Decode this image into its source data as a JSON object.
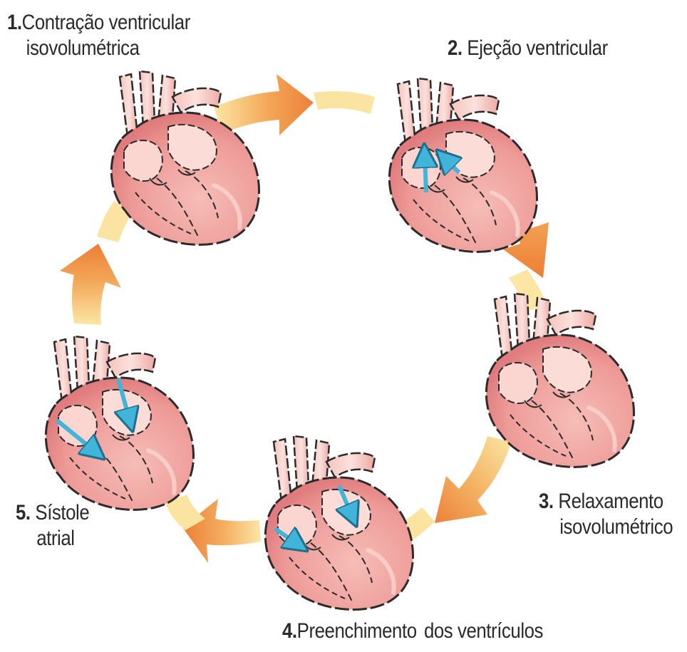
{
  "stages": [
    {
      "number": "1.",
      "line1": "Contração ventricular",
      "line2": "isovolumétrica"
    },
    {
      "number": "2.",
      "line1": "Ejeção ventricular"
    },
    {
      "number": "3.",
      "line1": "Relaxamento",
      "line2": "isovolumétrico"
    },
    {
      "number": "4.",
      "line1": "Preenchimento",
      "line2": "dos ventrículos"
    },
    {
      "number": "5.",
      "line1": "Sístole",
      "line2": "atrial"
    }
  ],
  "colors": {
    "arrow_yellow": "#FBE39A",
    "arrow_orange": "#EE8A3C",
    "heart_fill": "#F1A3A1",
    "heart_light": "#FBD3CE",
    "outline": "#2B2B2B",
    "blood_arrow": "#43B4D9"
  },
  "icons": [
    "heart-icon",
    "cycle-arrow-icon",
    "blood-flow-arrow-icon"
  ]
}
